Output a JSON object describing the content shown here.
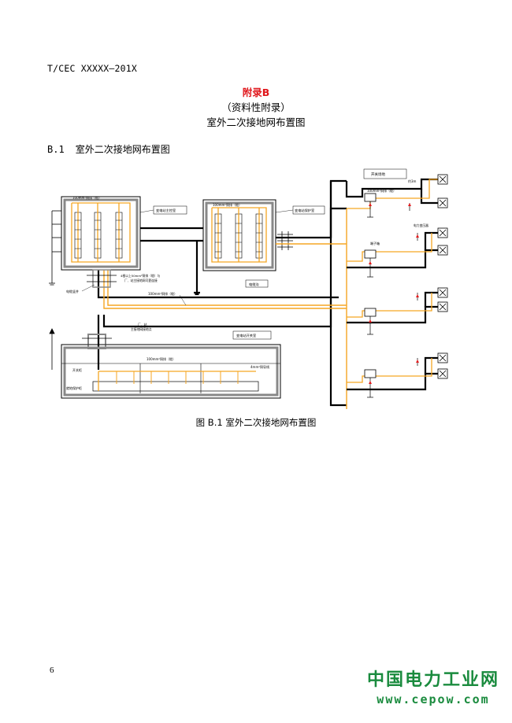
{
  "header": {
    "doc_code": "T/CEC XXXXX—201X"
  },
  "appendix": {
    "title": "附录B",
    "type": "（资料性附录）",
    "heading": "室外二次接地网布置图",
    "title_color": "#e0161b"
  },
  "section": {
    "number": "B.1",
    "title": "室外二次接地网布置图"
  },
  "figure": {
    "caption": "图 B.1 室外二次接地网布置图",
    "labels": {
      "bus_main_control": "100mm²铜排（缆）",
      "main_control_room": "变电站主控室",
      "protection_room": "变电站保护室",
      "protection_bus": "100mm²铜排（缆）",
      "four_cables": "4根以上50mm²铜排（缆）与",
      "four_cables_2": "厂、站主接地网可靠连接",
      "cable_shaft": "电缆竖井",
      "trench_bus": "100mm²铜排（缆）",
      "cable_trench": "电缆沟",
      "yard_ground_1": "厂、站",
      "yard_ground_2": "主接地网接地点",
      "switch_room": "变电站开关室",
      "switch_bus": "100mm²铜排（缆）",
      "wire_4": "4mm²铜导线",
      "switchgear": "开关柜",
      "protection_panel": "就地保护柜",
      "field_box_bus": "100mm²铜排（缆）",
      "switch_field": "开关场地",
      "terminal_box": "端子箱",
      "transformer_tank": "电力变压器",
      "dim_label": "约3m"
    },
    "colors": {
      "orange": "#f5a623",
      "black": "#000000",
      "red": "#e31a1c"
    }
  },
  "footer": {
    "page_number": "6"
  },
  "watermark": {
    "name": "中国电力工业网",
    "url": "www.cepow.com",
    "color": "#1a8b3e"
  }
}
